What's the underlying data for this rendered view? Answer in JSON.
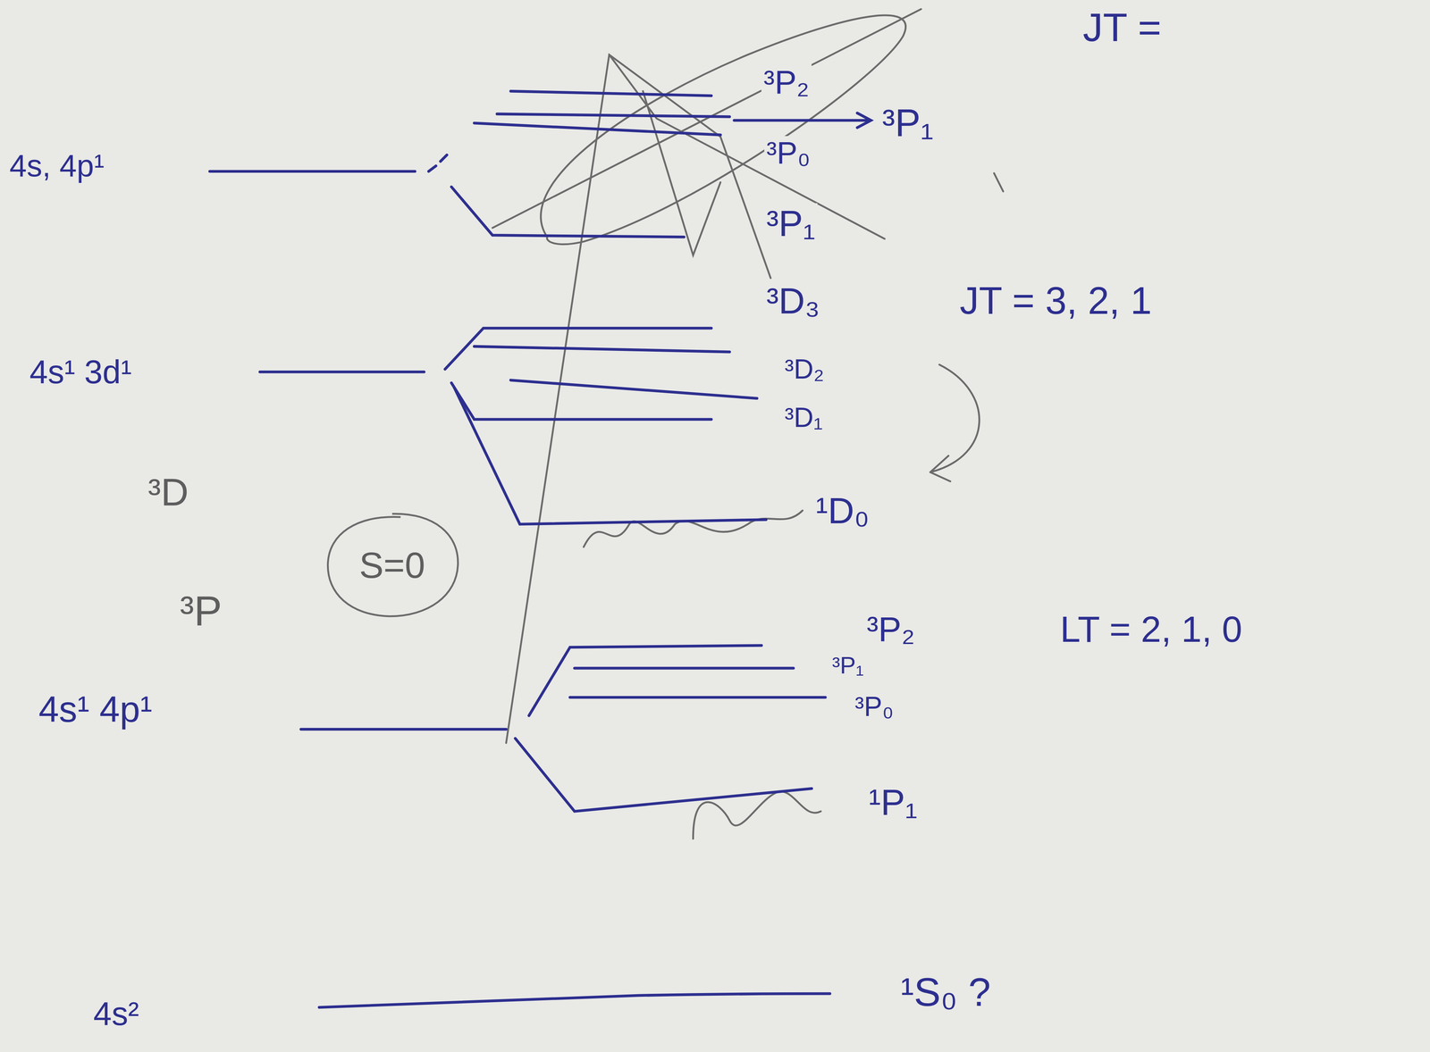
{
  "diagram": {
    "nodes": [
      {
        "text": [
          "S=0"
        ]
      }
    ],
    "labels": [
      "JT =",
      "³P₂",
      "³P₁",
      "³P₀",
      "³P₁",
      "³D₃",
      "JT = 3, 2, 1",
      "³D₂",
      "³D₁",
      "¹D₀",
      "4s, 4p¹",
      "4s¹ 3d¹",
      "³D",
      "³P",
      "³P₂",
      "³P₁",
      "LT = 2, 1, 0",
      "4s¹ 4p¹",
      "³P₀",
      "¹P₁",
      "4s²",
      "¹S₀ ?"
    ]
  }
}
